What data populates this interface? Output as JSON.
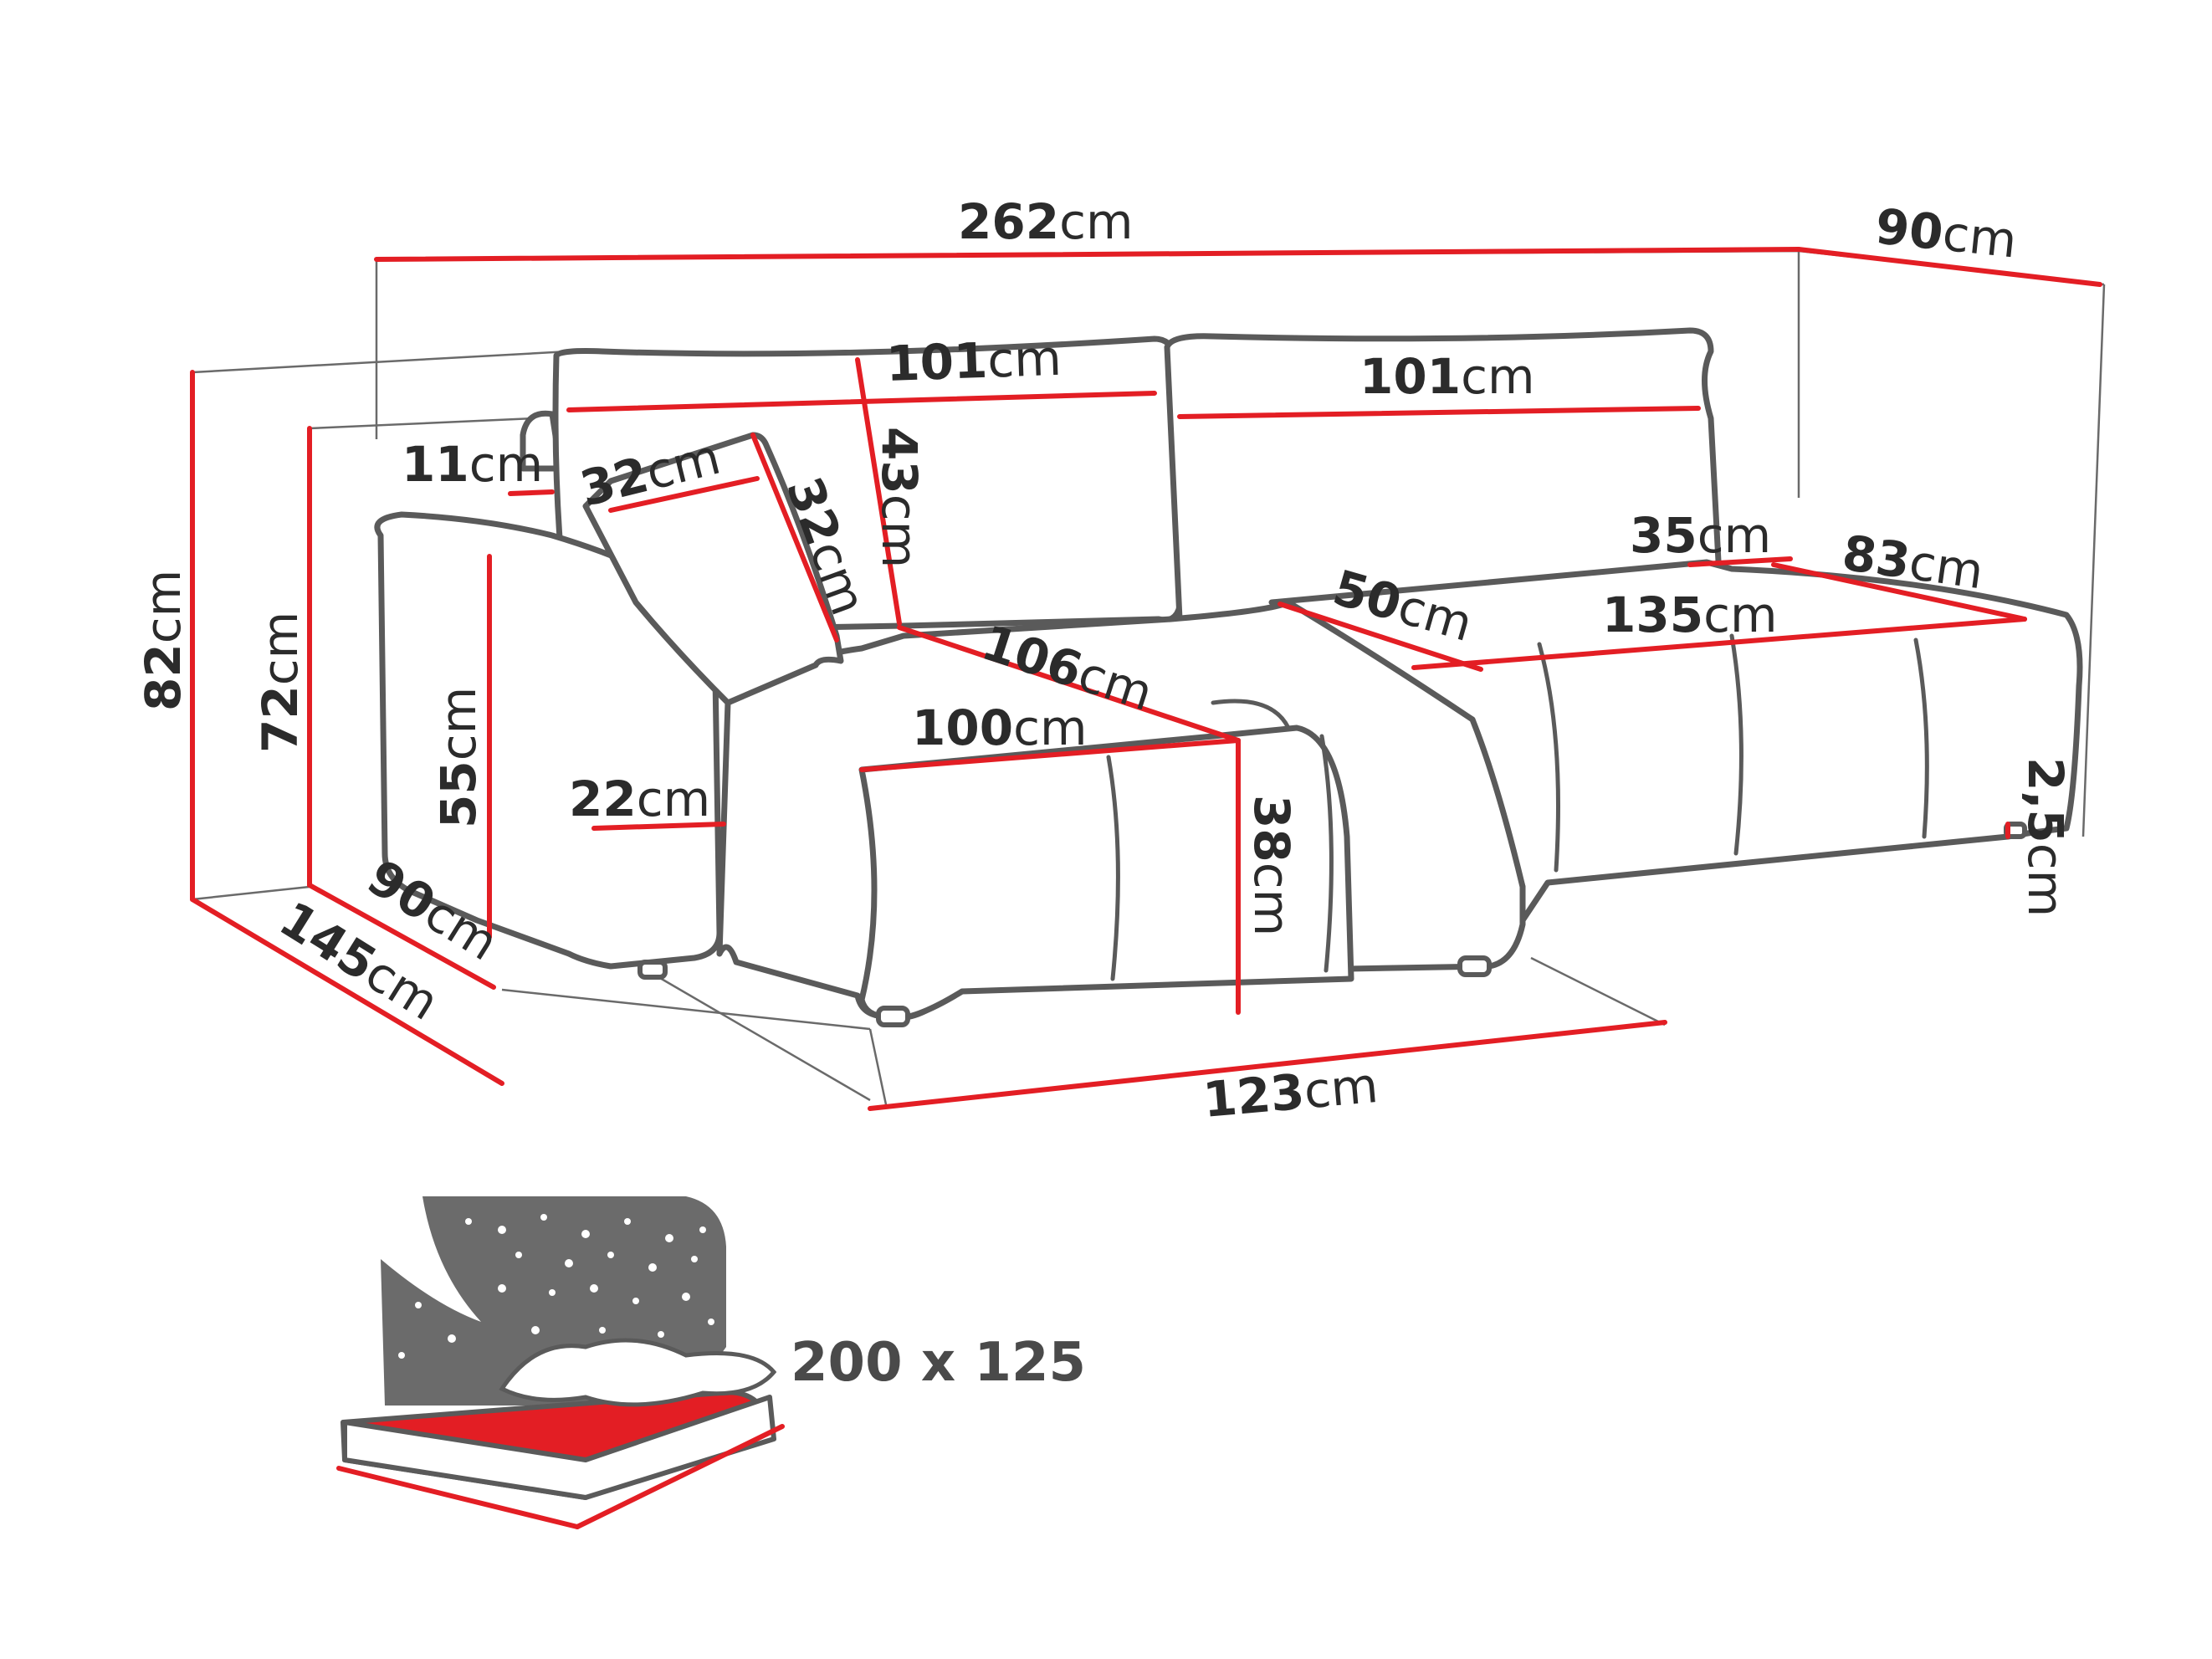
{
  "dimensions": {
    "width_total": {
      "value": "262",
      "unit": "cm"
    },
    "depth_right": {
      "value": "90",
      "unit": "cm"
    },
    "cushion_left_width": {
      "value": "101",
      "unit": "cm"
    },
    "cushion_right_width": {
      "value": "101",
      "unit": "cm"
    },
    "armrest_width": {
      "value": "11",
      "unit": "cm"
    },
    "pillow_width": {
      "value": "32",
      "unit": "cm"
    },
    "pillow_height": {
      "value": "32",
      "unit": "cm"
    },
    "cushion_height": {
      "value": "43",
      "unit": "cm"
    },
    "back_height": {
      "value": "35",
      "unit": "cm"
    },
    "chaise_width_right": {
      "value": "83",
      "unit": "cm"
    },
    "seat_depth_50": {
      "value": "50",
      "unit": "cm"
    },
    "seat_width_135": {
      "value": "135",
      "unit": "cm"
    },
    "seat_depth_106": {
      "value": "106",
      "unit": "cm"
    },
    "seat_width_100": {
      "value": "100",
      "unit": "cm"
    },
    "height_total": {
      "value": "82",
      "unit": "cm"
    },
    "height_back": {
      "value": "72",
      "unit": "cm"
    },
    "armrest_height": {
      "value": "55",
      "unit": "cm"
    },
    "armrest_depth": {
      "value": "22",
      "unit": "cm"
    },
    "seat_height": {
      "value": "38",
      "unit": "cm"
    },
    "leg_height": {
      "value": "2,5",
      "unit": "cm"
    },
    "depth_left": {
      "value": "90",
      "unit": "cm"
    },
    "chaise_depth": {
      "value": "145",
      "unit": "cm"
    },
    "chaise_width": {
      "value": "123",
      "unit": "cm"
    }
  },
  "sleeping_area": "200 x 125",
  "colors": {
    "dimension_line": "#e31e24",
    "outline": "#5a5a5a",
    "mattress": "#e31e24",
    "night_sky": "#6b6b6b"
  }
}
